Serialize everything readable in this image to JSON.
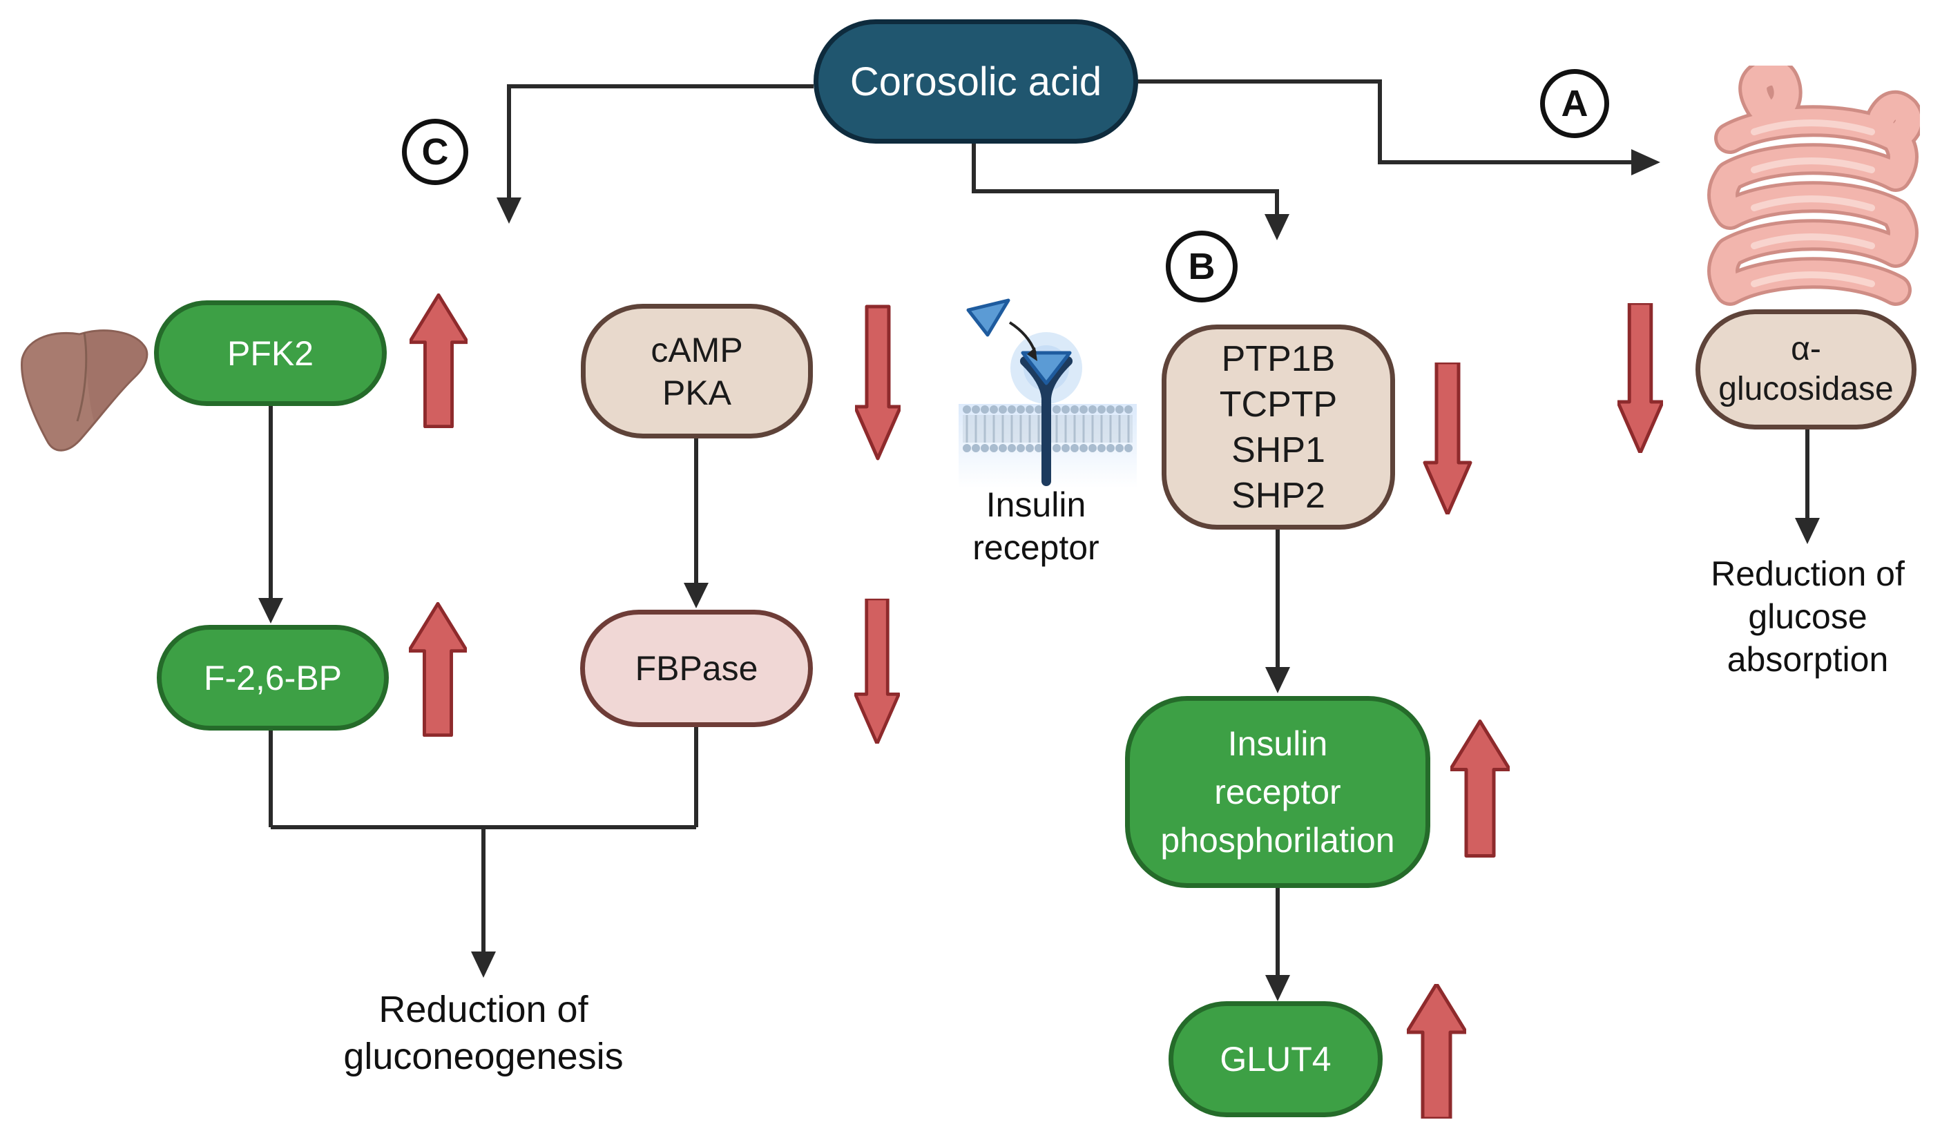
{
  "figure": {
    "type": "pathway-diagram",
    "compound": "Corosolic acid"
  },
  "colors": {
    "teal_node": "#20566f",
    "green_node": "#3da045",
    "green_border": "#256b2a",
    "tan_node": "#e8d9cc",
    "tan_border": "#5e4339",
    "pink_node": "#f0d7d5",
    "pink_border": "#6e3c37",
    "arrow_red_fill": "#d26060",
    "arrow_red_border": "#8e2a2c",
    "connector_line": "#2a2a2a"
  },
  "branch_labels": {
    "a": "A",
    "b": "B",
    "c": "C"
  },
  "nodes": {
    "corosolic_acid": {
      "label": "Corosolic acid"
    },
    "pfk2": {
      "label": "PFK2",
      "effect": "increase"
    },
    "f26bp": {
      "label": "F-2,6-BP",
      "effect": "increase"
    },
    "camp_pka": {
      "lines": [
        "cAMP",
        "PKA"
      ],
      "effect": "decrease"
    },
    "fbpase": {
      "label": "FBPase",
      "effect": "decrease"
    },
    "phosphatases": {
      "lines": [
        "PTP1B",
        "TCPTP",
        "SHP1",
        "SHP2"
      ],
      "effect": "decrease"
    },
    "insulin_receptor_phosphorilation": {
      "lines": [
        "Insulin",
        "receptor",
        "phosphorilation"
      ],
      "effect": "increase"
    },
    "glut4": {
      "label": "GLUT4",
      "effect": "increase"
    },
    "alpha_glucosidase": {
      "lines": [
        "α-",
        "glucosidase"
      ],
      "effect": "decrease"
    }
  },
  "outcomes": {
    "gluconeogenesis": {
      "lines": [
        "Reduction of",
        "gluconeogenesis"
      ]
    },
    "glucose_absorption": {
      "lines": [
        "Reduction of",
        "glucose",
        "absorption"
      ]
    }
  },
  "annotations": {
    "insulin_receptor": {
      "lines": [
        "Insulin",
        "receptor"
      ]
    }
  },
  "icons": {
    "liver": "liver-icon",
    "intestine": "intestine-icon",
    "insulin_receptor": "insulin-receptor-icon"
  }
}
